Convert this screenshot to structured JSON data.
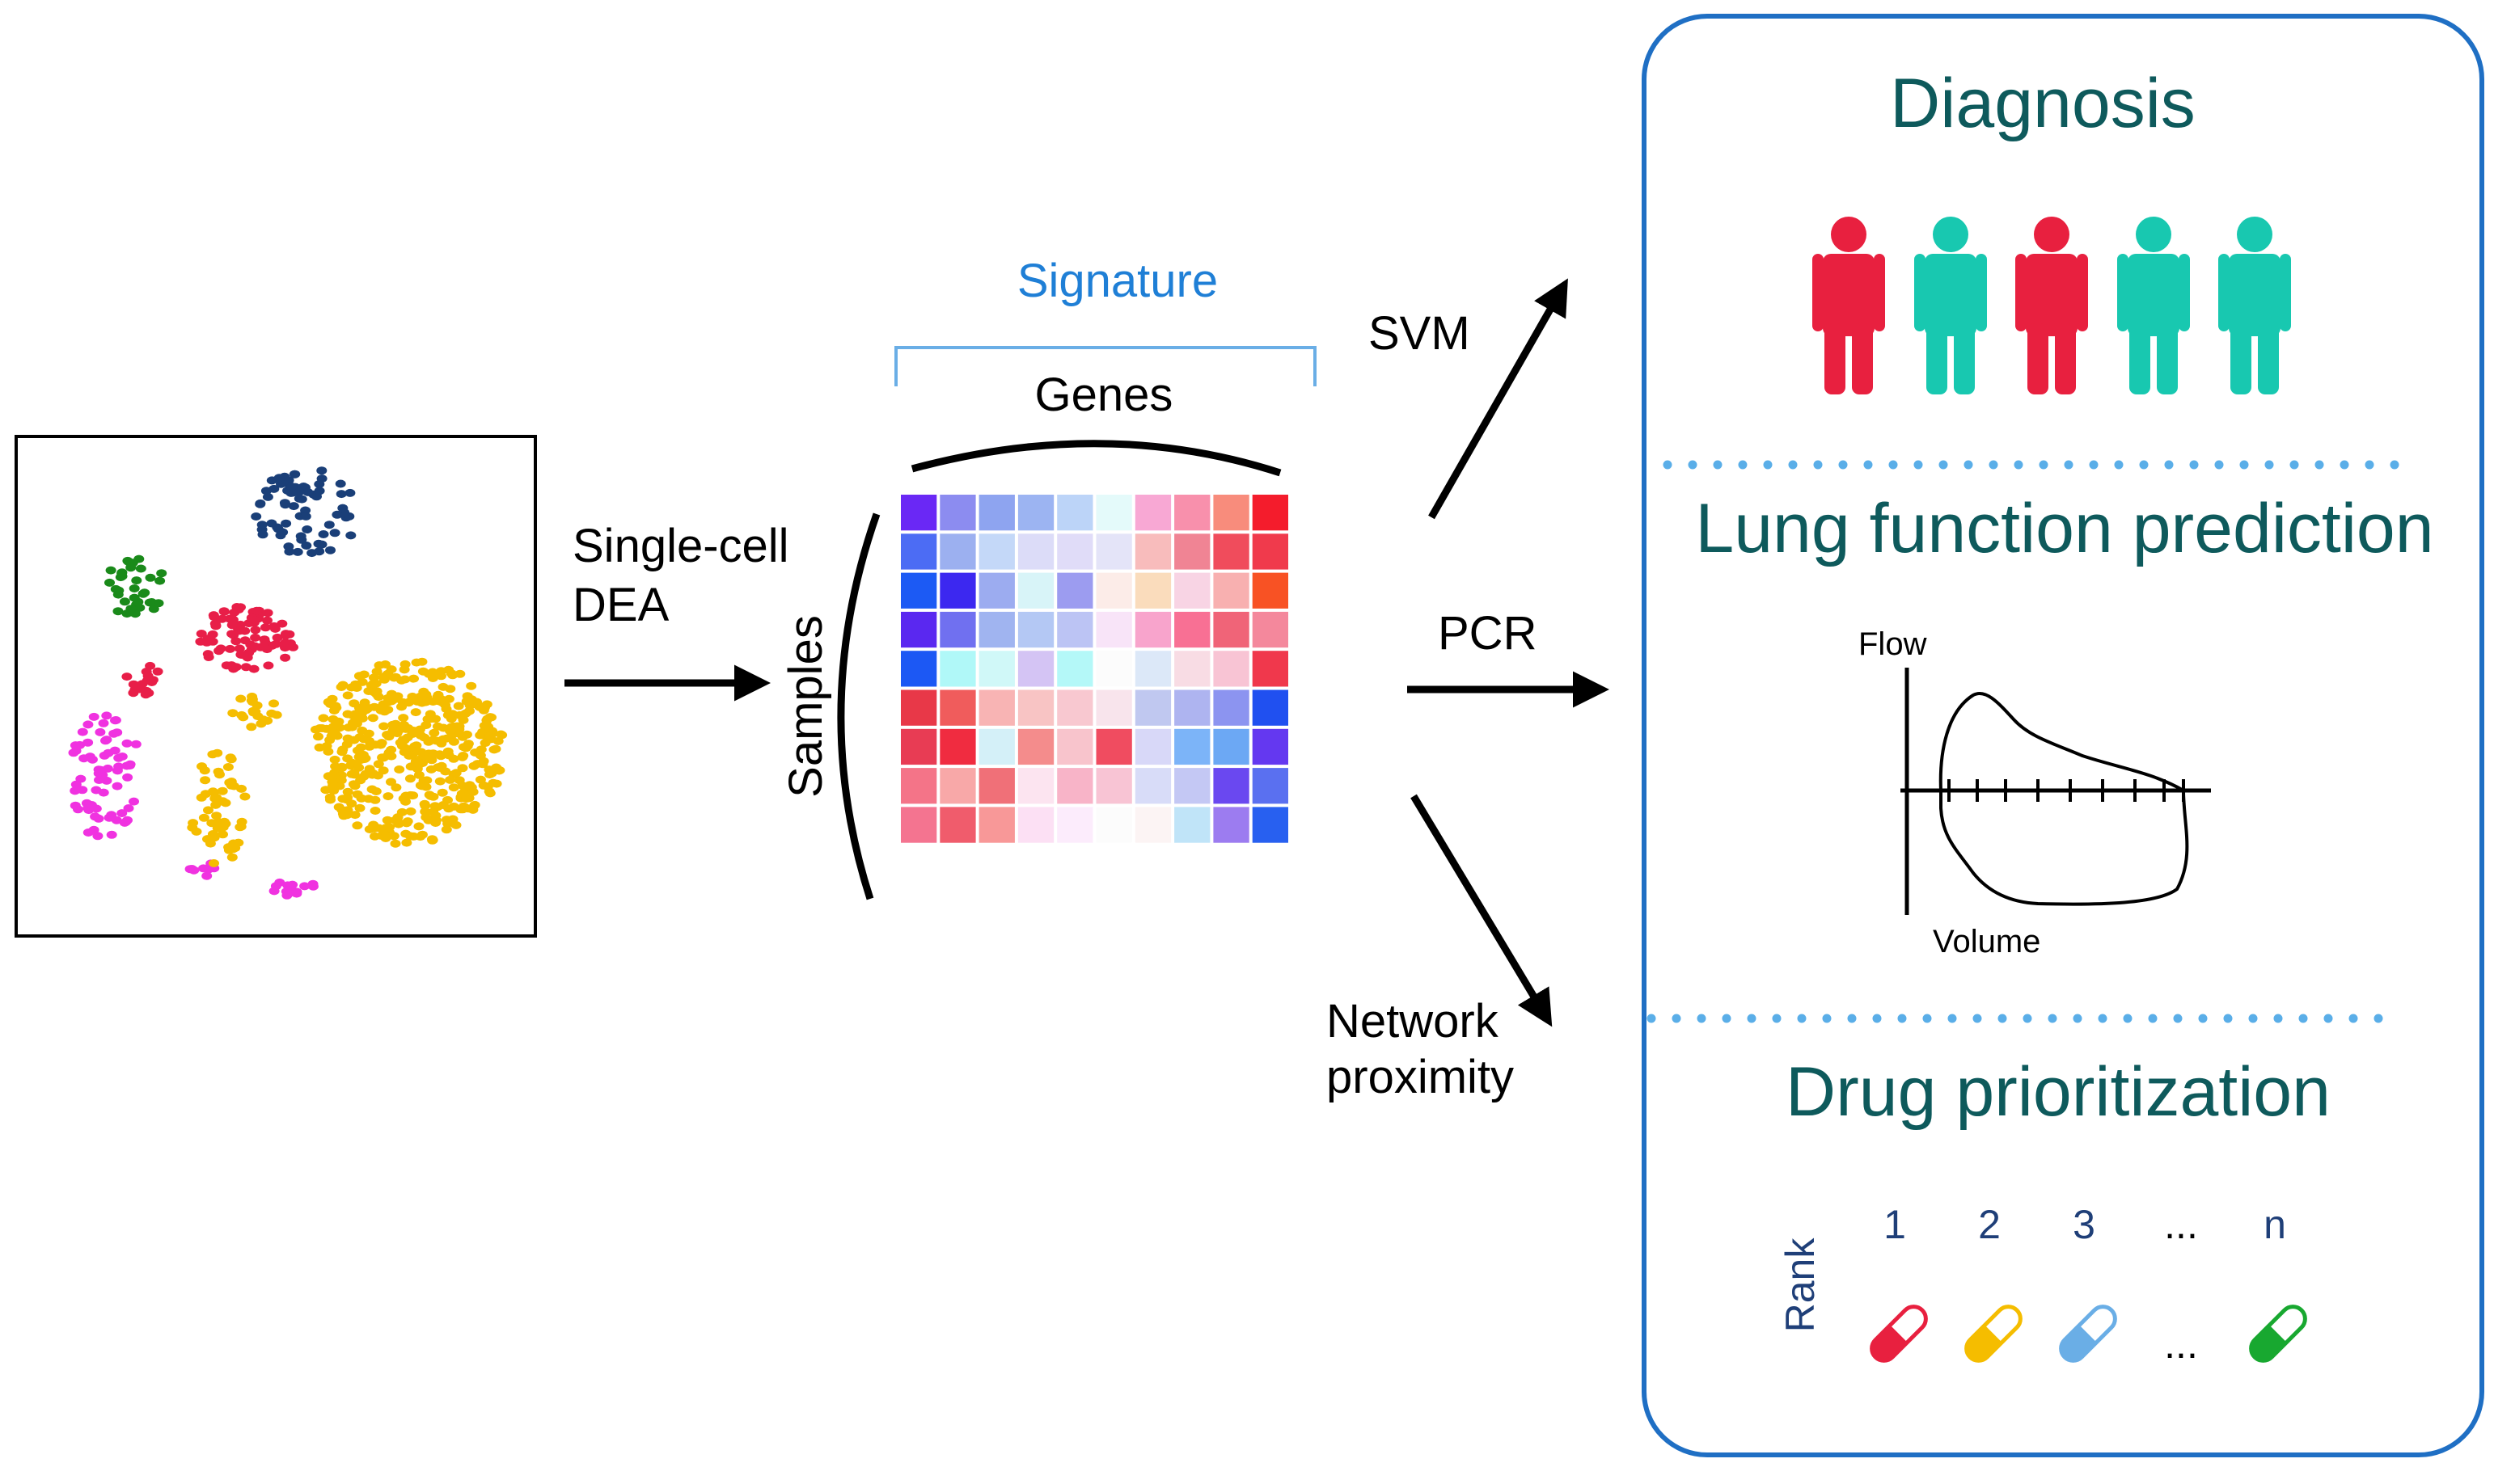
{
  "tsne": {
    "cluster_colors": {
      "navy": "#1a3f78",
      "green": "#1a8a1a",
      "red": "#e81e48",
      "magenta": "#f032e0",
      "yellow": "#f5bd00"
    }
  },
  "labels": {
    "dea_line1": "Single-cell",
    "dea_line2": "DEA",
    "signature": "Signature",
    "genes": "Genes",
    "samples": "Samples",
    "svm": "SVM",
    "pcr": "PCR",
    "network_line1": "Network",
    "network_line2": "proximity"
  },
  "heatmap": {
    "rows": [
      [
        "#6a28f5",
        "#8c8cf0",
        "#8ea4f0",
        "#9cb4f2",
        "#bcd4f8",
        "#e4fafa",
        "#f8a8d4",
        "#f890ac",
        "#f88c7c",
        "#f41c2c"
      ],
      [
        "#4c6cf4",
        "#9cb0f0",
        "#c4d8f8",
        "#dcdcf8",
        "#e0dcf8",
        "#e4e4f8",
        "#f8bcbc",
        "#f08494",
        "#f04c5c",
        "#f03a4c"
      ],
      [
        "#1c5af4",
        "#3c28f0",
        "#9cacf0",
        "#d8f4f8",
        "#9c9cf0",
        "#fcece8",
        "#fadcbc",
        "#f8d4e4",
        "#f8b0b0",
        "#f85224"
      ],
      [
        "#5a28f0",
        "#7070f0",
        "#a0b4f0",
        "#b4c8f4",
        "#bcc4f4",
        "#f8e4f8",
        "#f8a4cc",
        "#f87094",
        "#f06478",
        "#f4889c"
      ],
      [
        "#1c58f4",
        "#b0f8f8",
        "#d0f8f8",
        "#d4c4f4",
        "#b4f8f8",
        "#fcfcfc",
        "#dce8f8",
        "#f8dce4",
        "#f8c4d4",
        "#f0384c"
      ],
      [
        "#e83848",
        "#f05c5c",
        "#f8b4b4",
        "#f8c4c4",
        "#f8c8d0",
        "#f8e4ec",
        "#c0c8f0",
        "#aeb4f0",
        "#8c94f0",
        "#2050f0"
      ],
      [
        "#e83c54",
        "#f02c40",
        "#d4f0f8",
        "#f48c8c",
        "#f8c4cc",
        "#f04c60",
        "#d8d8f8",
        "#7cb4f8",
        "#6ca8f4",
        "#6438f0"
      ],
      [
        "#f47488",
        "#f8a8a8",
        "#f07078",
        "#fce4f0",
        "#f8b4c8",
        "#f8c4d4",
        "#d8dcf8",
        "#c4c8f4",
        "#6a48f0",
        "#5a70f0"
      ],
      [
        "#f47490",
        "#f05c6c",
        "#f89898",
        "#fce0f4",
        "#fcecfc",
        "#fcfcfc",
        "#fcf4f4",
        "#c0e4f8",
        "#9c7cf0",
        "#2860f0"
      ]
    ]
  },
  "panel": {
    "diagnosis": {
      "title": "Diagnosis",
      "people_colors": [
        "#e8203f",
        "#18c8b0",
        "#e8203f",
        "#18c8b0",
        "#18c8b0"
      ]
    },
    "lung": {
      "title": "Lung function prediction",
      "y_label": "Flow",
      "x_label": "Volume"
    },
    "drug": {
      "title": "Drug prioritization",
      "rank_label": "Rank",
      "ranks": [
        "1",
        "2",
        "3",
        "...",
        "n"
      ],
      "pill_colors": [
        "#e8203f",
        "#f5bd00",
        "#6aaee6",
        "#18a830"
      ],
      "pill_gap_label": "..."
    }
  },
  "colors": {
    "signature_blue": "#1f7fd6",
    "panel_border": "#1f6fc4",
    "dotted_divider": "#5aaee8",
    "title_teal": "#0e5a5c"
  }
}
